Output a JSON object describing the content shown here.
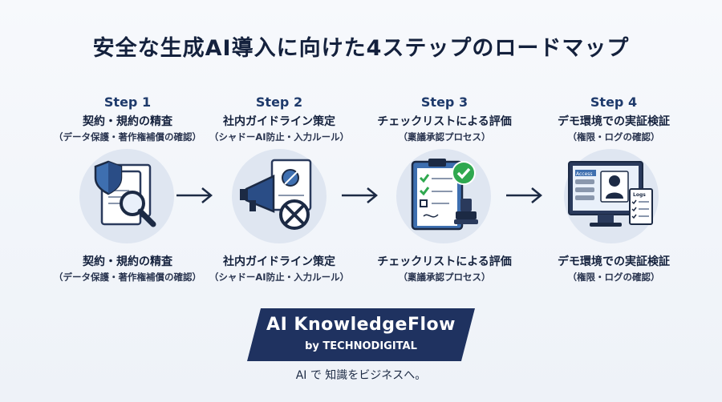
{
  "title": "安全な生成AI導入に向けた4ステップのロードマップ",
  "steps": [
    {
      "label": "Step 1",
      "title": "契約・規約の精査",
      "sub": "（データ保護・著作権補償の確認）",
      "icon": "document-shield-magnifier-icon"
    },
    {
      "label": "Step 2",
      "title": "社内ガイドライン策定",
      "sub": "（シャドーAI防止・入力ルール）",
      "icon": "megaphone-prohibited-icon"
    },
    {
      "label": "Step 3",
      "title": "チェックリストによる評価",
      "sub": "（稟議承認プロセス）",
      "icon": "clipboard-checklist-stamp-icon"
    },
    {
      "label": "Step 4",
      "title": "デモ環境での実証検証",
      "sub": "（権限・ログの確認）",
      "icon": "monitor-access-logs-icon"
    }
  ],
  "icon_text": {
    "access": "Access",
    "logs": "Logs"
  },
  "brand": {
    "name": "AI KnowledgeFlow",
    "by": "by TECHNODIGITAL"
  },
  "tagline": "AI で 知識をビジネスへ。",
  "colors": {
    "navy": "#1f3260",
    "accent_blue": "#3e6fb0",
    "check_green": "#2fa84f",
    "prohibit_dark": "#1c2a44"
  }
}
